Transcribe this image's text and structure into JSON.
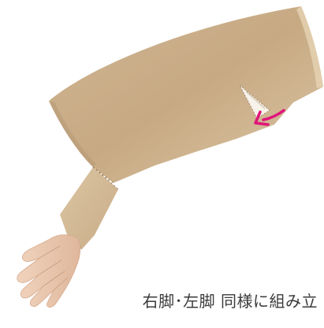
{
  "caption": "右脚･左脚 同様に組み立",
  "colors": {
    "paper": "#c9ad88",
    "paper_light": "#dcc6a4",
    "paper_shadow": "#b09070",
    "hand": "#e9c7ad",
    "hand_shade": "#d9ae92",
    "arrow": "#e0157a",
    "caption": "#3a3a3a"
  },
  "icons": [
    "folded-paper-arm",
    "fold-tab",
    "pink-arrow"
  ]
}
